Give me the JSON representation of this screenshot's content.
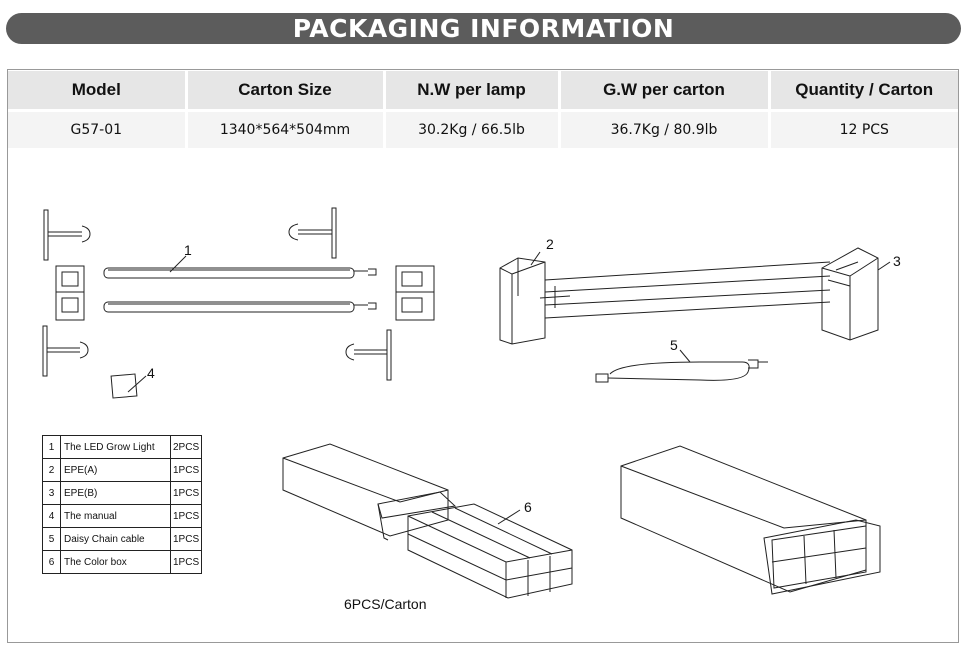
{
  "header": {
    "title": "PACKAGING INFORMATION"
  },
  "spec_table": {
    "columns": [
      "Model",
      "Carton Size",
      "N.W per lamp",
      "G.W per carton",
      "Quantity / Carton"
    ],
    "row": [
      "G57-01",
      "1340*564*504mm",
      "30.2Kg / 66.5lb",
      "36.7Kg / 80.9lb",
      "12 PCS"
    ]
  },
  "parts_list": [
    {
      "no": "1",
      "name": "The LED Grow Light",
      "qty": "2PCS"
    },
    {
      "no": "2",
      "name": "EPE(A)",
      "qty": "1PCS"
    },
    {
      "no": "3",
      "name": "EPE(B)",
      "qty": "1PCS"
    },
    {
      "no": "4",
      "name": "The manual",
      "qty": "1PCS"
    },
    {
      "no": "5",
      "name": "Daisy Chain cable",
      "qty": "1PCS"
    },
    {
      "no": "6",
      "name": "The Color box",
      "qty": "1PCS"
    }
  ],
  "callouts": {
    "c1": "1",
    "c2": "2",
    "c3": "3",
    "c4": "4",
    "c5": "5",
    "c6": "6"
  },
  "carton_caption": "6PCS/Carton"
}
